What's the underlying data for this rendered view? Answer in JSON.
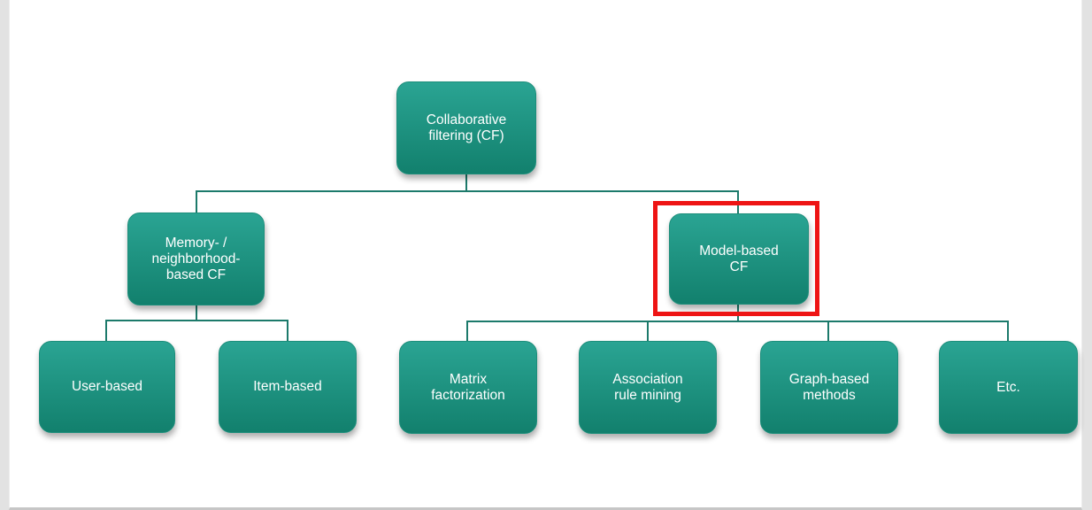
{
  "diagram": {
    "type": "hierarchy-tree",
    "colors": {
      "node_fill_top": "#2aa493",
      "node_fill_bottom": "#12806d",
      "connector": "#1c7a6b",
      "highlight": "#ee1414",
      "node_text": "#ffffff"
    },
    "nodes": {
      "root": {
        "label": "Collaborative\nfiltering (CF)"
      },
      "memory": {
        "label": "Memory- /\nneighborhood-\nbased CF"
      },
      "model": {
        "label": "Model-based\nCF"
      },
      "user": {
        "label": "User-based"
      },
      "item": {
        "label": "Item-based"
      },
      "matrix": {
        "label": "Matrix\nfactorization"
      },
      "assoc": {
        "label": "Association\nrule mining"
      },
      "graph": {
        "label": "Graph-based\nmethods"
      },
      "etc": {
        "label": "Etc."
      }
    },
    "edges": [
      {
        "from": "root",
        "to": "memory"
      },
      {
        "from": "root",
        "to": "model"
      },
      {
        "from": "memory",
        "to": "user"
      },
      {
        "from": "memory",
        "to": "item"
      },
      {
        "from": "model",
        "to": "matrix"
      },
      {
        "from": "model",
        "to": "assoc"
      },
      {
        "from": "model",
        "to": "graph"
      },
      {
        "from": "model",
        "to": "etc"
      }
    ],
    "highlighted_node": "model"
  }
}
